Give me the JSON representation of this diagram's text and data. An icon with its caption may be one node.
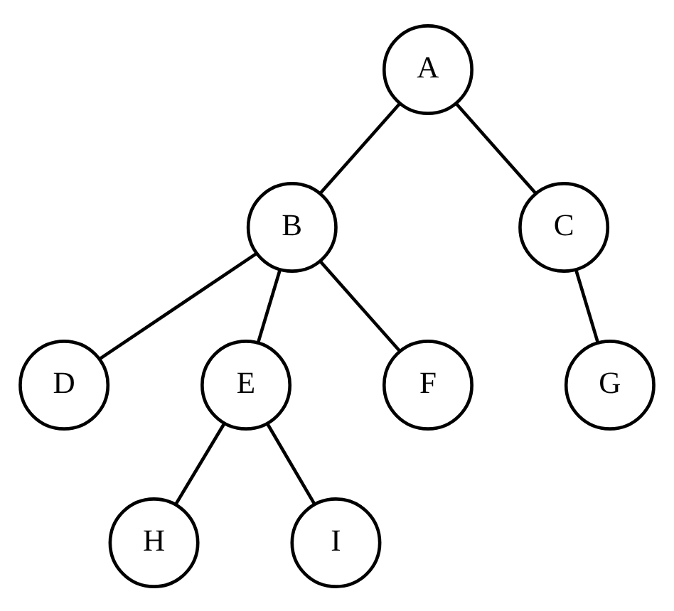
{
  "diagram": {
    "nodes": [
      {
        "text": [
          "A"
        ]
      },
      {
        "text": [
          "B"
        ]
      },
      {
        "text": [
          "C"
        ]
      },
      {
        "text": [
          "D"
        ]
      },
      {
        "text": [
          "E"
        ]
      },
      {
        "text": [
          "F"
        ]
      },
      {
        "text": [
          "G"
        ]
      },
      {
        "text": [
          "H"
        ]
      },
      {
        "text": [
          "I"
        ]
      }
    ],
    "edges": [
      {
        "from": 0,
        "to": 1,
        "arrow": "none"
      },
      {
        "from": 0,
        "to": 2,
        "arrow": "none"
      },
      {
        "from": 1,
        "to": 3,
        "arrow": "none"
      },
      {
        "from": 1,
        "to": 4,
        "arrow": "none"
      },
      {
        "from": 1,
        "to": 5,
        "arrow": "none"
      },
      {
        "from": 2,
        "to": 6,
        "arrow": "none"
      },
      {
        "from": 4,
        "to": 7,
        "arrow": "none"
      },
      {
        "from": 4,
        "to": 8,
        "arrow": "none"
      }
    ]
  }
}
